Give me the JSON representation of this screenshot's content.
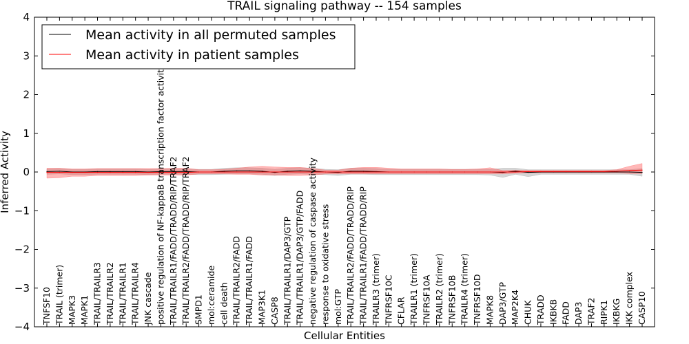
{
  "chart_data": {
    "type": "line",
    "title": "TRAIL signaling pathway -- 154 samples",
    "xlabel": "Cellular Entities",
    "ylabel": "Inferred Activity",
    "ylim": [
      -4,
      4
    ],
    "yticks": [
      "−4",
      "−3",
      "−2",
      "−1",
      "0",
      "1",
      "2",
      "3",
      "4"
    ],
    "legend_position": "top-left",
    "categories": [
      "TNFSF10",
      "TRAIL (trimer)",
      "MAPK3",
      "MAPK1",
      "TRAIL/TRAILR3",
      "TRAIL/TRAILR2",
      "TRAIL/TRAILR1",
      "TRAIL/TRAILR4",
      "JNK cascade",
      "positive regulation of NF-kappaB transcription factor activity",
      "TRAIL/TRAILR1/FADD/TRADD/RIP/TRAF2",
      "TRAIL/TRAILR2/FADD/TRADD/RIP/TRAF2",
      "SMPD1",
      "mol:ceramide",
      "cell death",
      "TRAIL/TRAILR2/FADD",
      "TRAIL/TRAILR1/FADD",
      "MAP3K1",
      "CASP8",
      "TRAIL/TRAILR1/DAP3/GTP",
      "TRAIL/TRAILR1/DAP3/GTP/FADD",
      "negative regulation of caspase activity",
      "response to oxidative stress",
      "mol:GTP",
      "TRAIL/TRAILR2/FADD/TRADD/RIP",
      "TRAIL/TRAILR1/FADD/TRADD/RIP",
      "TRAILR3 (trimer)",
      "TNFRSF10C",
      "CFLAR",
      "TRAILR1 (trimer)",
      "TNFRSF10A",
      "TRAILR2 (trimer)",
      "TNFRSF10B",
      "TRAILR4 (trimer)",
      "TNFRSF10D",
      "MAPK8",
      "DAP3/GTP",
      "MAP2K4",
      "CHUK",
      "TRADD",
      "IKBKB",
      "FADD",
      "DAP3",
      "TRAF2",
      "RIPK1",
      "IKBKG",
      "IKK complex",
      "CASP10"
    ],
    "series": [
      {
        "name": "Mean activity in all permuted samples",
        "color": "#000000",
        "band_color": "#999999",
        "values": [
          0.01,
          0.02,
          0.0,
          0.0,
          0.01,
          0.01,
          0.01,
          0.01,
          0.0,
          0.01,
          0.01,
          0.01,
          0.0,
          0.0,
          0.02,
          0.03,
          0.03,
          0.02,
          -0.01,
          0.02,
          0.03,
          0.02,
          0.0,
          -0.01,
          0.02,
          0.02,
          0.01,
          0.0,
          0.0,
          0.0,
          0.0,
          0.0,
          0.0,
          0.0,
          0.0,
          0.0,
          -0.01,
          0.02,
          -0.01,
          0.0,
          0.0,
          0.0,
          0.0,
          0.0,
          0.0,
          0.0,
          0.0,
          -0.01
        ],
        "lower": [
          -0.06,
          -0.05,
          -0.07,
          -0.07,
          -0.06,
          -0.06,
          -0.06,
          -0.06,
          -0.07,
          -0.06,
          -0.06,
          -0.06,
          -0.07,
          -0.07,
          -0.06,
          -0.05,
          -0.05,
          -0.06,
          -0.09,
          -0.06,
          -0.05,
          -0.06,
          -0.07,
          -0.09,
          -0.06,
          -0.06,
          -0.07,
          -0.07,
          -0.07,
          -0.07,
          -0.07,
          -0.07,
          -0.07,
          -0.07,
          -0.07,
          -0.08,
          -0.14,
          -0.06,
          -0.12,
          -0.06,
          -0.06,
          -0.06,
          -0.06,
          -0.06,
          -0.06,
          -0.06,
          -0.06,
          -0.11
        ],
        "upper": [
          0.08,
          0.09,
          0.07,
          0.07,
          0.08,
          0.08,
          0.08,
          0.08,
          0.07,
          0.08,
          0.08,
          0.08,
          0.07,
          0.07,
          0.1,
          0.11,
          0.11,
          0.1,
          0.07,
          0.1,
          0.11,
          0.1,
          0.07,
          0.06,
          0.1,
          0.1,
          0.09,
          0.07,
          0.07,
          0.07,
          0.07,
          0.07,
          0.07,
          0.07,
          0.07,
          0.07,
          0.1,
          0.1,
          0.06,
          0.06,
          0.06,
          0.06,
          0.06,
          0.06,
          0.06,
          0.06,
          0.06,
          0.09
        ]
      },
      {
        "name": "Mean activity in patient samples",
        "color": "#ff0000",
        "band_color": "#ff4d4d",
        "values": [
          -0.01,
          -0.01,
          -0.01,
          -0.01,
          -0.01,
          -0.01,
          -0.01,
          -0.01,
          -0.01,
          -0.01,
          -0.01,
          -0.01,
          0.0,
          0.0,
          0.0,
          0.0,
          0.0,
          0.0,
          0.0,
          0.0,
          0.0,
          0.0,
          0.0,
          0.0,
          0.0,
          0.0,
          0.0,
          0.0,
          0.0,
          0.0,
          0.0,
          0.0,
          0.0,
          0.0,
          0.0,
          0.0,
          0.0,
          0.0,
          0.01,
          0.01,
          0.01,
          0.01,
          0.01,
          0.01,
          0.01,
          0.02,
          0.04,
          0.05
        ],
        "lower": [
          -0.16,
          -0.15,
          -0.11,
          -0.11,
          -0.09,
          -0.09,
          -0.09,
          -0.09,
          -0.08,
          -0.08,
          -0.08,
          -0.08,
          -0.05,
          -0.05,
          -0.05,
          -0.06,
          -0.06,
          -0.08,
          -0.08,
          -0.09,
          -0.09,
          -0.08,
          -0.05,
          -0.05,
          -0.05,
          -0.05,
          -0.05,
          -0.05,
          -0.05,
          -0.05,
          -0.05,
          -0.05,
          -0.05,
          -0.05,
          -0.05,
          -0.05,
          -0.05,
          -0.03,
          -0.02,
          -0.02,
          -0.02,
          -0.02,
          -0.02,
          -0.02,
          -0.02,
          -0.02,
          -0.04,
          -0.04
        ],
        "upper": [
          0.1,
          0.1,
          0.08,
          0.08,
          0.09,
          0.09,
          0.09,
          0.09,
          0.09,
          0.09,
          0.1,
          0.1,
          0.06,
          0.06,
          0.07,
          0.1,
          0.13,
          0.15,
          0.13,
          0.12,
          0.12,
          0.09,
          0.05,
          0.05,
          0.1,
          0.12,
          0.12,
          0.1,
          0.08,
          0.08,
          0.08,
          0.08,
          0.07,
          0.07,
          0.08,
          0.11,
          0.04,
          0.05,
          0.04,
          0.04,
          0.04,
          0.04,
          0.04,
          0.04,
          0.04,
          0.06,
          0.15,
          0.22
        ]
      }
    ]
  }
}
